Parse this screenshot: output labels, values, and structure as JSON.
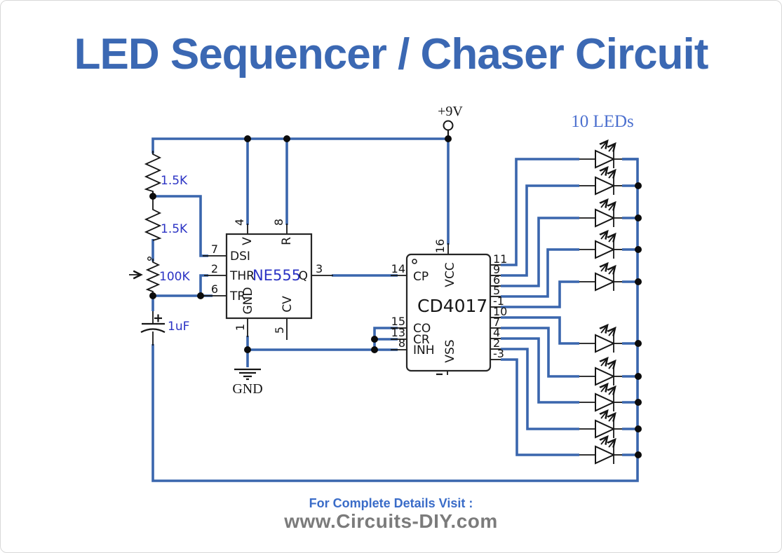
{
  "title": "LED Sequencer / Chaser Circuit",
  "labels": {
    "power": "+9V",
    "leds": "10 LEDs",
    "ground": "GND",
    "cap_polarity": "+"
  },
  "components": {
    "r1": "1.5K",
    "r2": "1.5K",
    "pot": "100K",
    "cap": "1uF"
  },
  "ne555": {
    "name": "NE555",
    "pins": {
      "p7": "7",
      "dsi": "DSI",
      "p2": "2",
      "thr": "THR",
      "p6": "6",
      "tr": "TR",
      "p4": "4",
      "v": "V",
      "p8": "8",
      "r": "R",
      "p3": "3",
      "q": "Q",
      "p1": "1",
      "gnd": "GND",
      "p5": "5",
      "cv": "CV"
    }
  },
  "cd4017": {
    "name": "CD4017",
    "pins": {
      "p14": "14",
      "cp": "CP",
      "p16": "16",
      "vcc": "VCC",
      "p15": "15",
      "co": "CO",
      "p13": "13",
      "cr": "CR",
      "p8": "8",
      "inh": "INH",
      "vss": "VSS"
    },
    "right_pins": [
      "11",
      "9",
      "6",
      "5",
      "-1",
      "10",
      "7",
      "4",
      "2",
      "-3"
    ]
  },
  "footer": {
    "line1": "For Complete Details Visit :",
    "line2": "www.Circuits-DIY.com"
  },
  "colors": {
    "wire": "#3a66ad",
    "value_blue": "#2b33c4",
    "title_blue": "#3b68b3",
    "footer_blue": "#3a6cc8",
    "footer_gray": "#7b7b7b",
    "led_label": "#4c70cf"
  }
}
